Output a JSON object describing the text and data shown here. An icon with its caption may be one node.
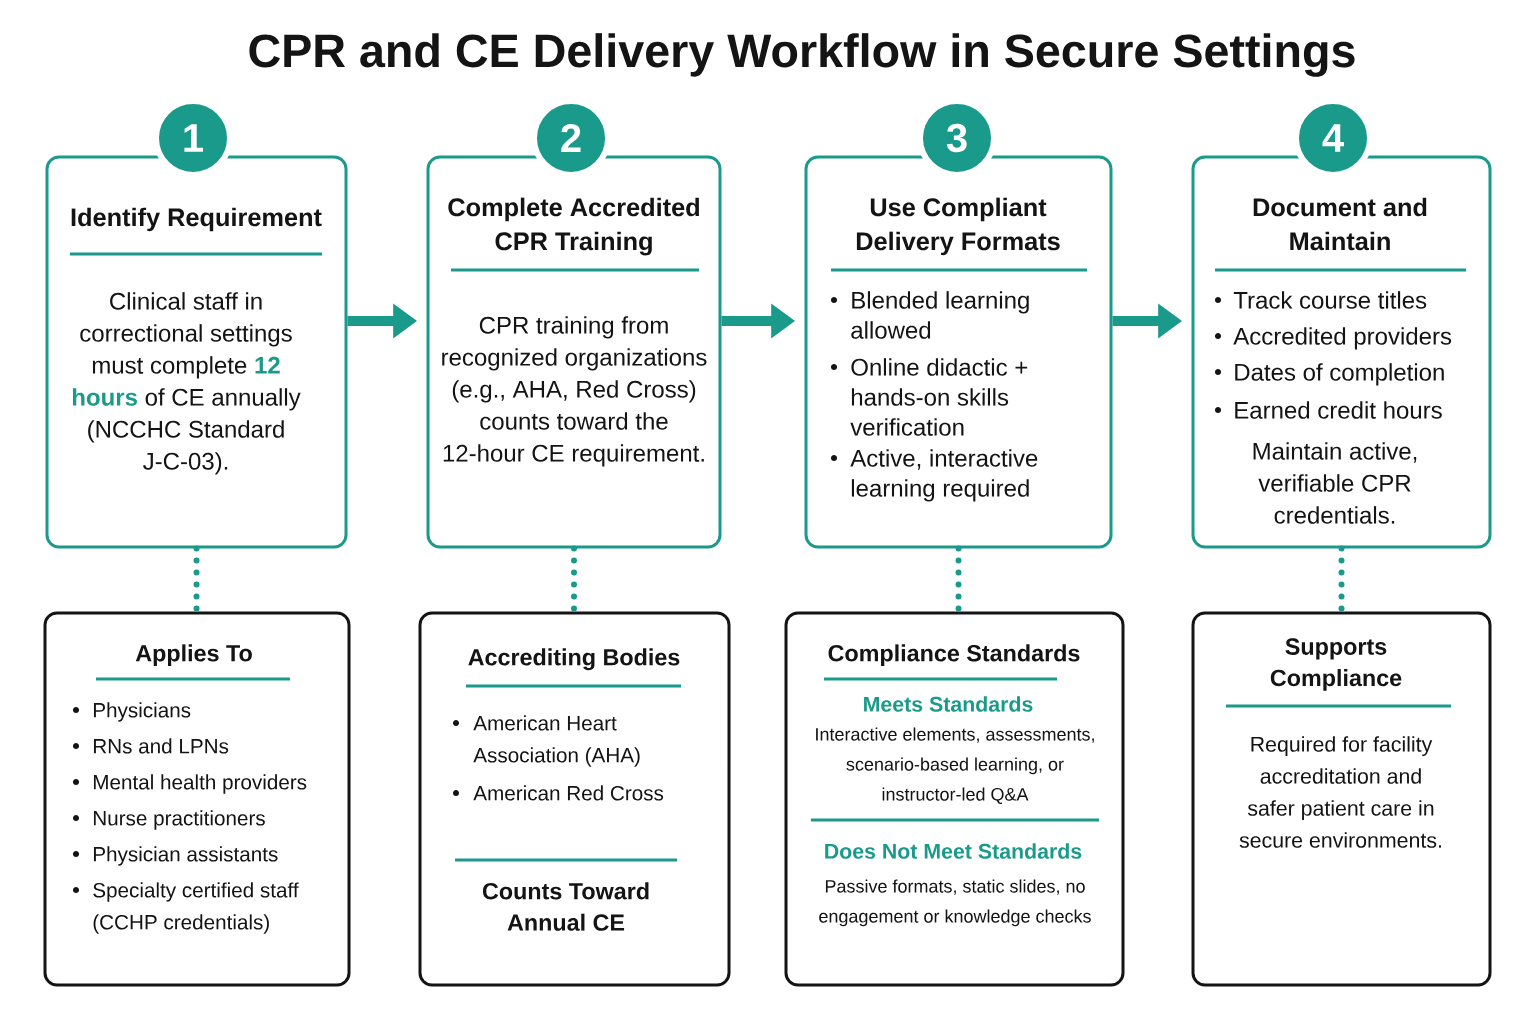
{
  "diagram": {
    "title": "CPR and CE Delivery Workflow in Secure Settings",
    "nodes": [
      {
        "text": [
          "1",
          "Identify Requirement",
          "Clinical staff in correctional settings must complete **12 hours** of CE annually (NCCHC Standard J-C-03)."
        ]
      },
      {
        "text": [
          "2",
          "Complete Accredited CPR Training",
          "CPR training from recognized organizations (e.g., AHA, Red Cross) counts toward the 12-hour CE requirement."
        ]
      },
      {
        "text": [
          "3",
          "Use Compliant Delivery Formats",
          "Blended learning allowed",
          "Online didactic + hands-on skills verification",
          "Active, interactive learning required"
        ]
      },
      {
        "text": [
          "4",
          "Document and Maintain",
          "Track course titles",
          "Accredited providers",
          "Dates of completion",
          "Earned credit hours",
          "Maintain active, verifiable CPR credentials."
        ]
      },
      {
        "text": [
          "Applies To",
          "Physicians",
          "RNs and LPNs",
          "Mental health providers",
          "Nurse practitioners",
          "Physician assistants",
          "Specialty certified staff (CCHP credentials)"
        ]
      },
      {
        "text": [
          "Accrediting Bodies",
          "American Heart Association (AHA)",
          "American Red Cross",
          "Counts Toward Annual CE"
        ]
      },
      {
        "text": [
          "Compliance Standards",
          "Meets Standards",
          "Interactive elements, assessments, scenario-based learning, or instructor-led Q&A",
          "Does Not Meet Standards",
          "Passive formats, static slides, no engagement or knowledge checks"
        ]
      },
      {
        "text": [
          "Supports Compliance",
          "Required for facility accreditation and safer patient care in secure environments."
        ]
      }
    ],
    "edges": [
      {
        "from": 0,
        "to": 1,
        "arrow": "to"
      },
      {
        "from": 1,
        "to": 2,
        "arrow": "to"
      },
      {
        "from": 2,
        "to": 3,
        "arrow": "to"
      },
      {
        "from": 0,
        "to": 4,
        "arrow": "none",
        "style": "dashed"
      },
      {
        "from": 1,
        "to": 5,
        "arrow": "none",
        "style": "dashed"
      },
      {
        "from": 2,
        "to": 6,
        "arrow": "none",
        "style": "dashed"
      },
      {
        "from": 3,
        "to": 7,
        "arrow": "none",
        "style": "dashed"
      }
    ]
  }
}
